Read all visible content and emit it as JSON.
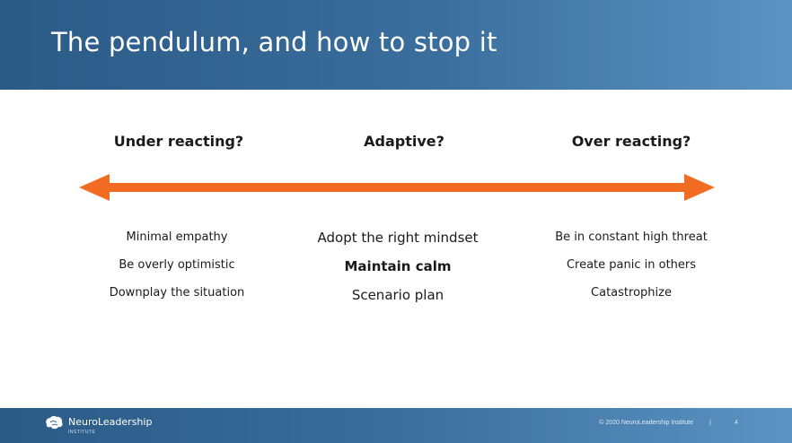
{
  "slide": {
    "title": "The pendulum, and how to stop it"
  },
  "columns": {
    "left": {
      "heading": "Under reacting?",
      "items": [
        "Minimal empathy",
        "Be overly optimistic",
        "Downplay the situation"
      ]
    },
    "center": {
      "heading": "Adaptive?",
      "items": [
        "Adopt the right mindset",
        "Maintain calm",
        "Scenario plan"
      ]
    },
    "right": {
      "heading": "Over reacting?",
      "items": [
        "Be in constant high threat",
        "Create panic in others",
        "Catastrophize"
      ]
    }
  },
  "arrow": {
    "color": "#f26b22"
  },
  "footer": {
    "logo_text": "NeuroLeadership",
    "logo_subtext": "INSTITUTE",
    "copyright": "© 2020 NeuroLeadership Institute",
    "separator": "|",
    "page_number": "4"
  },
  "colors": {
    "header_blue": "#2b5a86",
    "accent_orange": "#f26b22",
    "text_dark": "#1a1a1a"
  }
}
